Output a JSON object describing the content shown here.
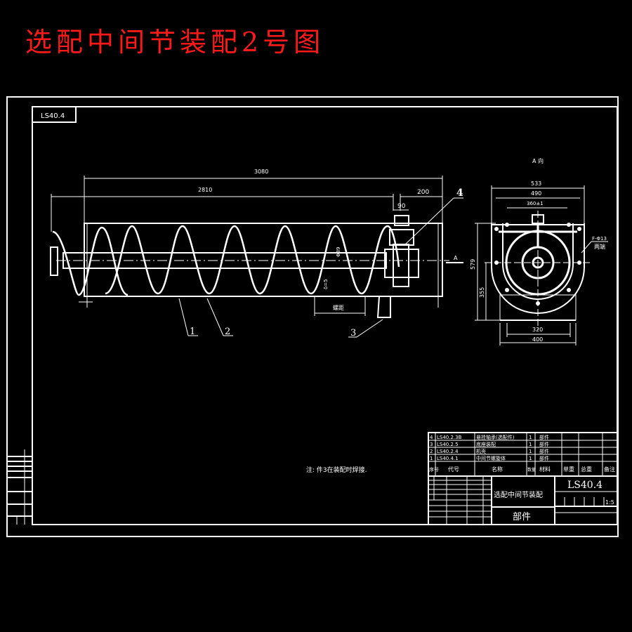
{
  "title": "选配中间节装配2号图",
  "drawing": {
    "corner_code": "LS40.4",
    "dimensions": {
      "overall_length": "3080",
      "body_length": "2810",
      "end_offset": "200",
      "bearing_width": "90",
      "pitch": "螺距",
      "shaft_dia": "Φ89",
      "blade_label": "δ=5"
    },
    "section_view": {
      "label": "A 向",
      "view_marker": "A",
      "width_outer": "533",
      "width_flange": "490",
      "width_inner": "360±1",
      "height_total": "579",
      "height_center": "355",
      "base_inner": "320",
      "base_outer": "400",
      "hole_note": "F-Φ13",
      "hole_note2": "两端"
    },
    "balloons": [
      "1",
      "2",
      "3",
      "4"
    ],
    "note": "注: 件3在装配时焊接."
  },
  "bom": {
    "rows": [
      {
        "no": "4",
        "code": "LS40.2.3B",
        "name": "悬挂轴承(选配件)",
        "qty": "1",
        "material": "部件"
      },
      {
        "no": "3",
        "code": "LS40.2.5",
        "name": "底座装配",
        "qty": "1",
        "material": "部件"
      },
      {
        "no": "2",
        "code": "LS40.2.4",
        "name": "机壳",
        "qty": "1",
        "material": "部件"
      },
      {
        "no": "1",
        "code": "LS40.4.1",
        "name": "中间节螺旋体",
        "qty": "1",
        "material": "部件"
      }
    ],
    "headers": [
      "序号",
      "代号",
      "名称",
      "数量",
      "材料",
      "单重",
      "总重",
      "备注"
    ]
  },
  "title_block": {
    "part_name": "选配中间节装配",
    "drawing_no": "LS40.4",
    "type": "部件",
    "scale": "1:5"
  }
}
